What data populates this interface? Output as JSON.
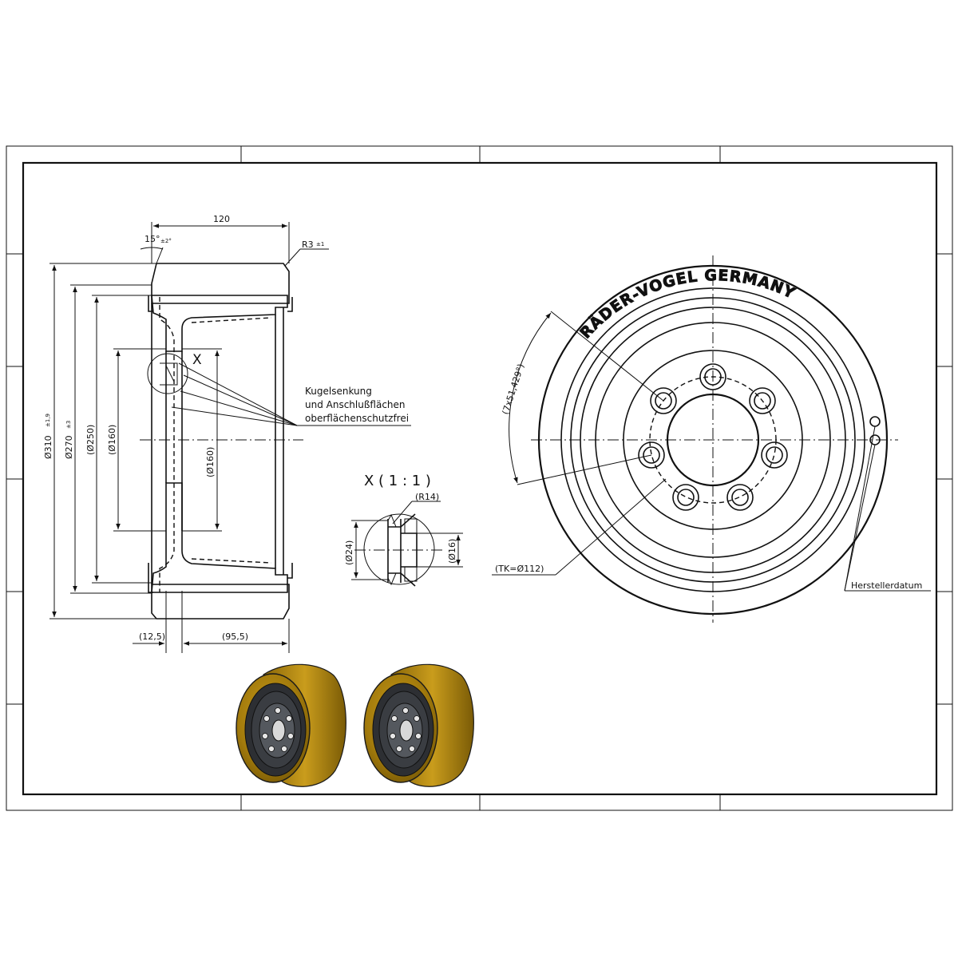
{
  "section_view": {
    "dim_width": "120",
    "dim_angle": "15°",
    "dim_angle_tol": "±2°",
    "dim_radius": "R3",
    "dim_radius_tol": "±1",
    "dim_outer": "Ø310",
    "dim_outer_tol": "±1,9",
    "dim_tread": "Ø270",
    "dim_tread_tol": "±3",
    "dim_rim": "(Ø250)",
    "dim_hub_left": "(Ø160)",
    "dim_hub_inner": "(Ø160)",
    "dim_offset_left": "(12,5)",
    "dim_offset_right": "(95,5)",
    "detail_marker": "X",
    "note_line1": "Kugelsenkung",
    "note_line2": "und Anschlußflächen",
    "note_line3": "oberflächenschutzfrei"
  },
  "detail_view": {
    "title": "X ( 1 : 1 )",
    "dim_radius": "(R14)",
    "dim_outer": "(Ø24)",
    "dim_inner": "(Ø16)"
  },
  "front_view": {
    "brand_text": "RÄDER-VOGEL GERMANY",
    "dim_angle": "(7x51,429°)",
    "dim_pitch_circle": "(TK=Ø112)",
    "label_date": "Herstellerdatum"
  },
  "colors": {
    "wheel_tread": "#b58a10",
    "wheel_tread_dark": "#6e5205",
    "wheel_hub": "#2d2f33"
  }
}
